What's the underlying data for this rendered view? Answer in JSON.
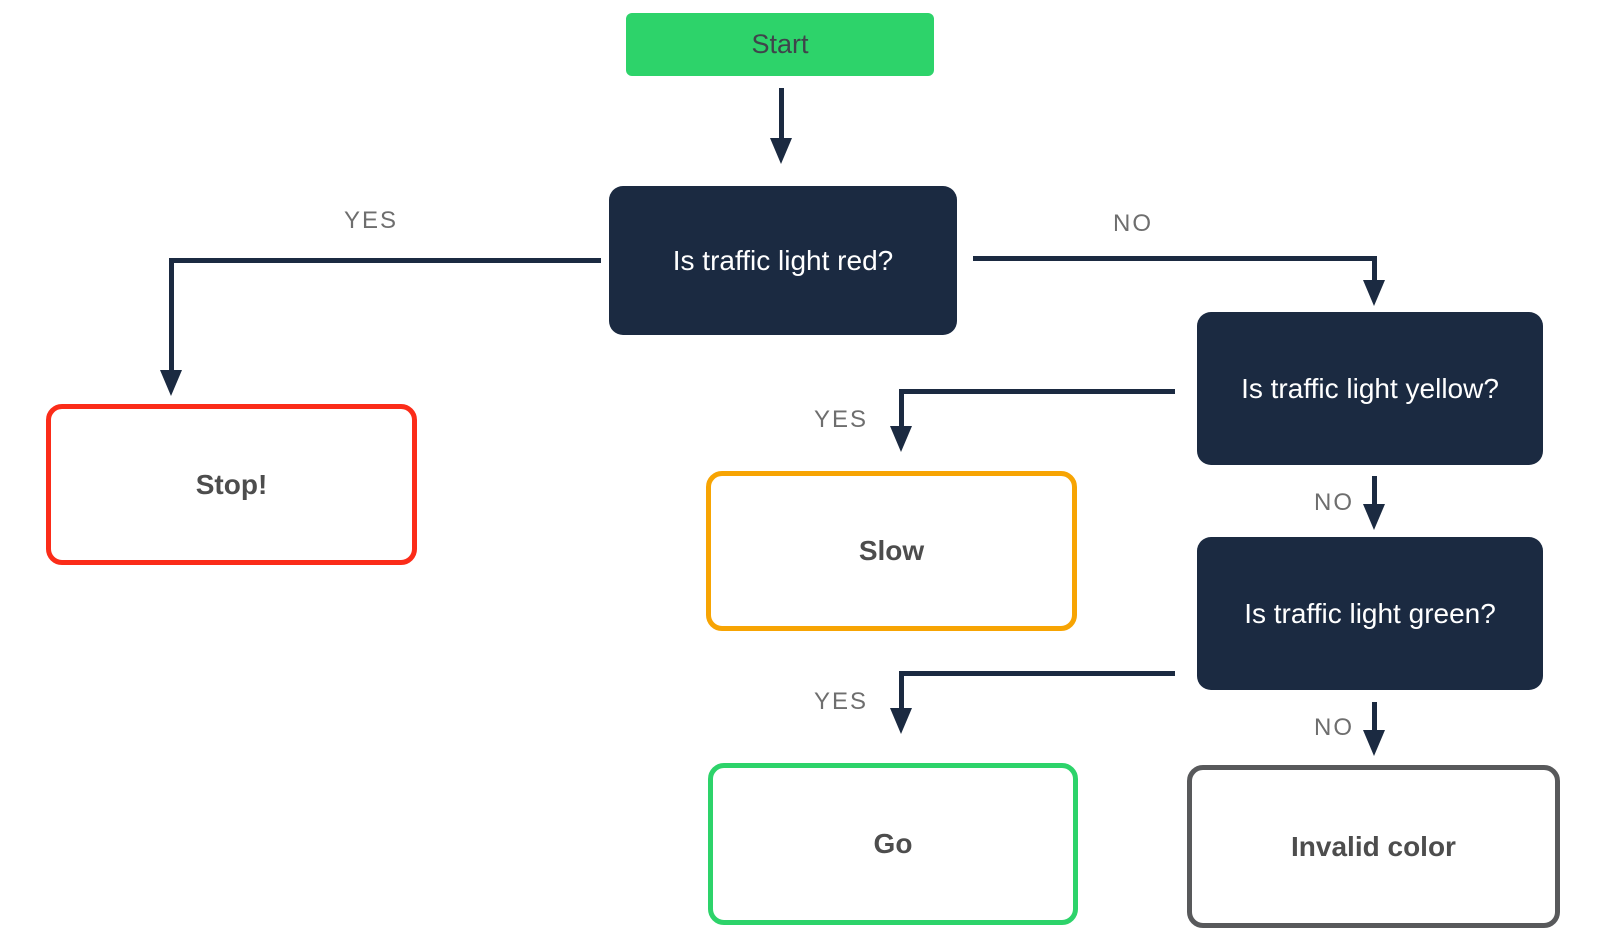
{
  "diagram": {
    "type": "flowchart",
    "background": "#FFFFFF",
    "line_color": "#1B2A41",
    "label_color": "#6E6E6E",
    "nodes": {
      "start": {
        "label": "Start",
        "kind": "start",
        "fill": "#2DD36A",
        "text_color": "#3F444B"
      },
      "q_red": {
        "label": "Is traffic light red?",
        "kind": "decision",
        "fill": "#1B2A41",
        "text_color": "#FFFFFF"
      },
      "q_yellow": {
        "label": "Is traffic light yellow?",
        "kind": "decision",
        "fill": "#1B2A41",
        "text_color": "#FFFFFF"
      },
      "q_green": {
        "label": "Is traffic light green?",
        "kind": "decision",
        "fill": "#1B2A41",
        "text_color": "#FFFFFF"
      },
      "stop": {
        "label": "Stop!",
        "kind": "result",
        "border_color": "#FB2C19",
        "text_color": "#4D4D4D"
      },
      "slow": {
        "label": "Slow",
        "kind": "result",
        "border_color": "#F7A403",
        "text_color": "#4D4D4D"
      },
      "go": {
        "label": "Go",
        "kind": "result",
        "border_color": "#2DD36A",
        "text_color": "#4D4D4D"
      },
      "invalid": {
        "label": "Invalid color",
        "kind": "result",
        "border_color": "#58595B",
        "text_color": "#4D4D4D"
      }
    },
    "edges": {
      "start_to_red": {
        "from": "start",
        "to": "q_red",
        "label": ""
      },
      "red_yes": {
        "from": "q_red",
        "to": "stop",
        "label": "YES"
      },
      "red_no": {
        "from": "q_red",
        "to": "q_yellow",
        "label": "NO"
      },
      "yellow_yes": {
        "from": "q_yellow",
        "to": "slow",
        "label": "YES"
      },
      "yellow_no": {
        "from": "q_yellow",
        "to": "q_green",
        "label": "NO"
      },
      "green_yes": {
        "from": "q_green",
        "to": "go",
        "label": "YES"
      },
      "green_no": {
        "from": "q_green",
        "to": "invalid",
        "label": "NO"
      }
    }
  }
}
